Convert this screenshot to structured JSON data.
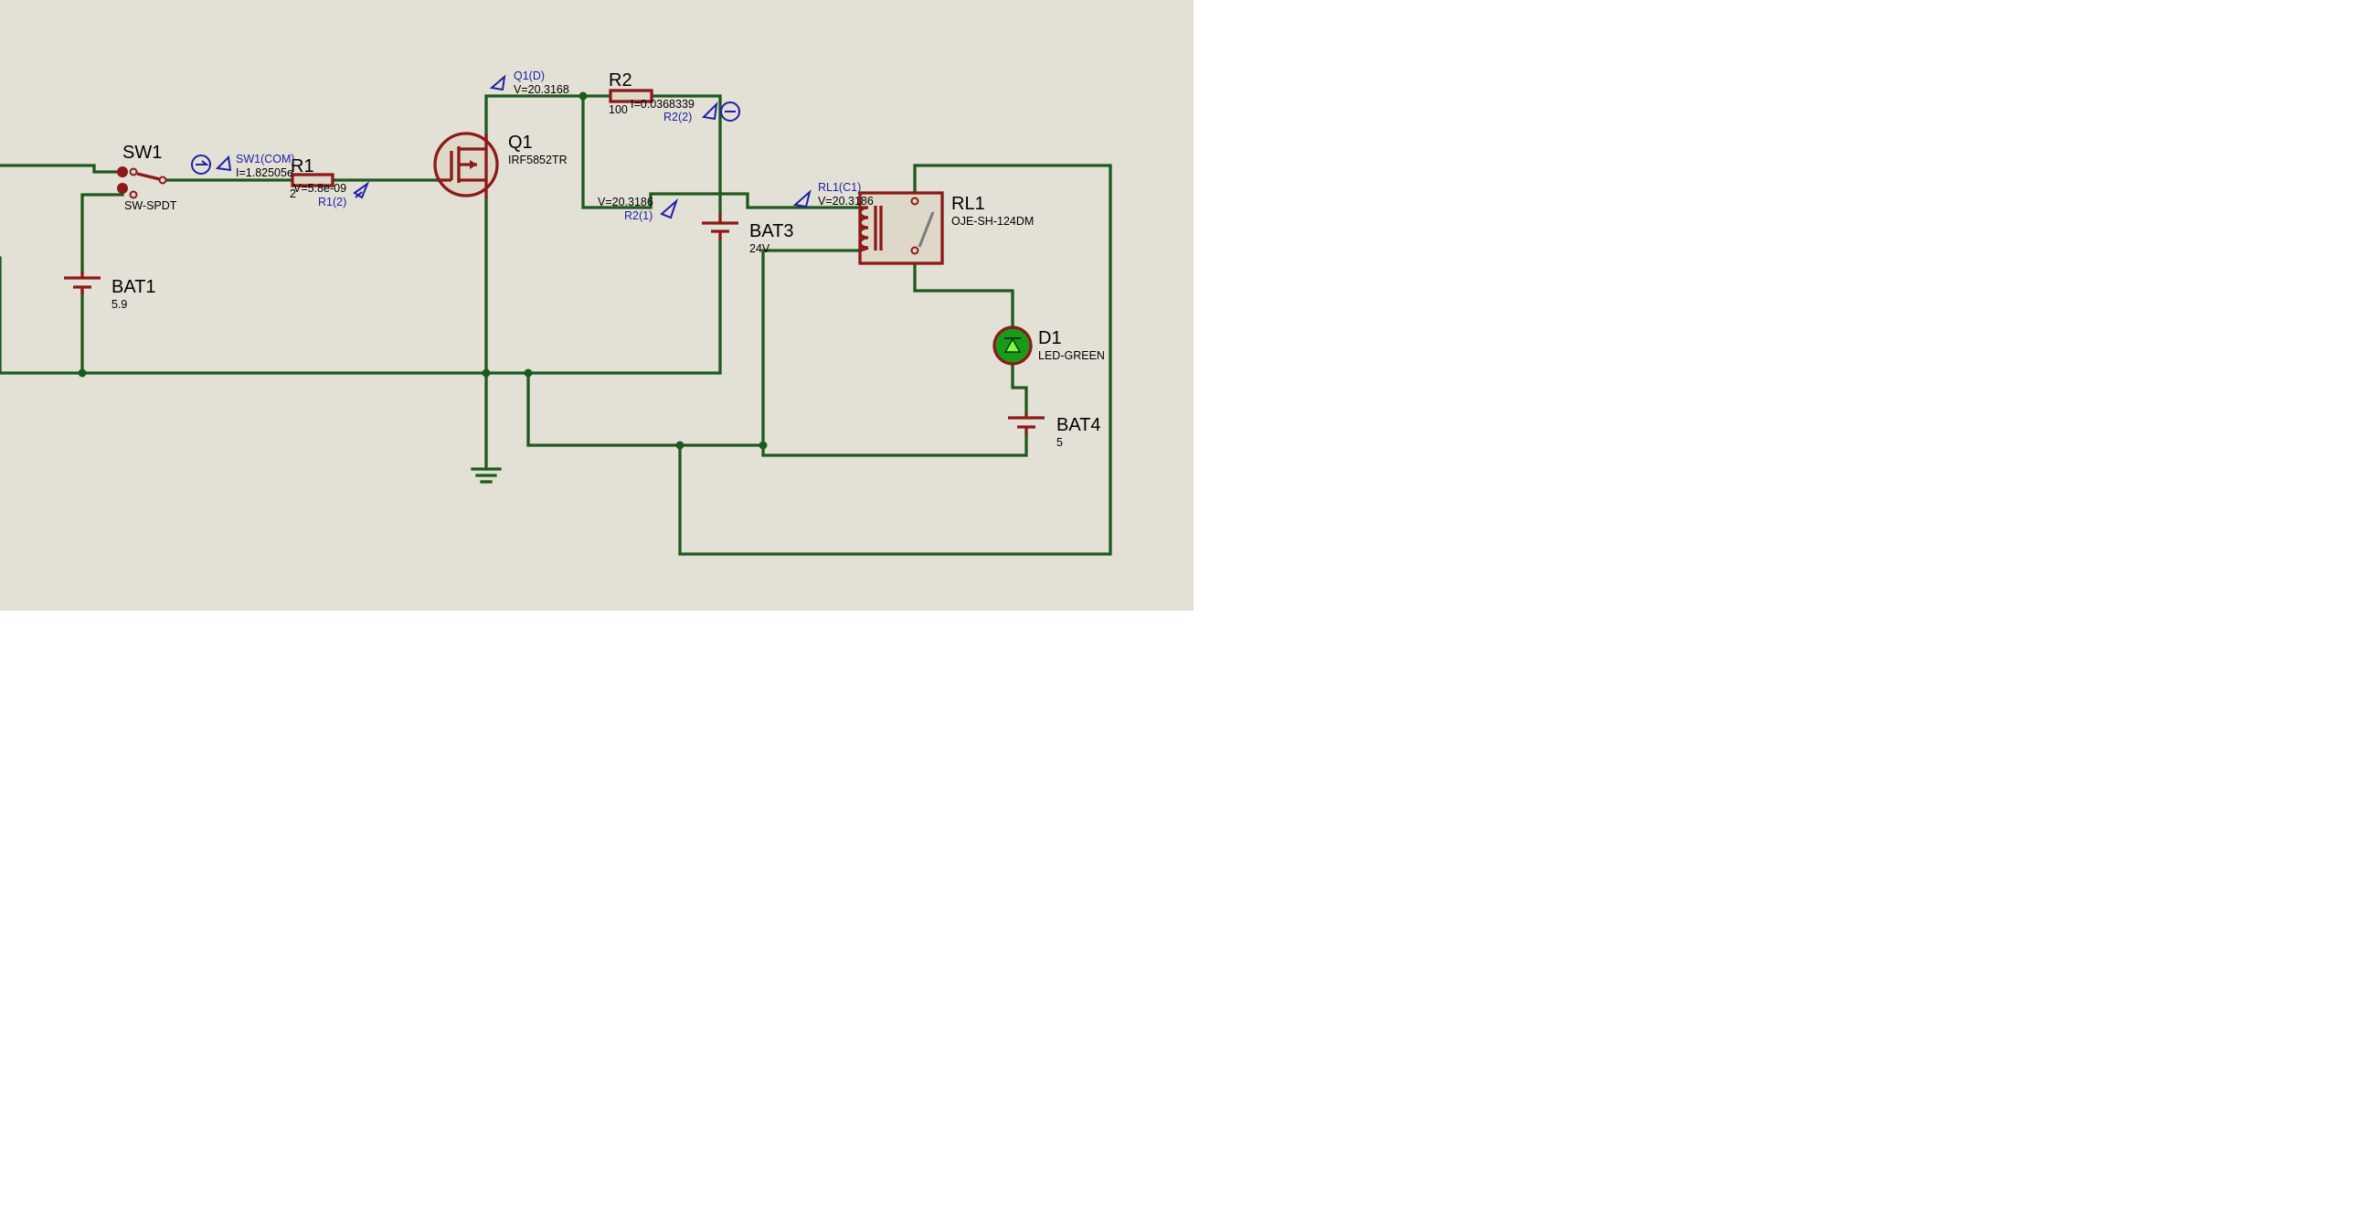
{
  "schematic": {
    "background_color": "#e3e0d6",
    "wire_color": "#1e5a1e",
    "component_color": "#8b1a1a",
    "probe_color": "#2020a8",
    "components": {
      "sw1": {
        "ref": "SW1",
        "value": "SW-SPDT"
      },
      "r1": {
        "ref": "R1",
        "value": "2"
      },
      "q1": {
        "ref": "Q1",
        "value": "IRF5852TR"
      },
      "r2": {
        "ref": "R2",
        "value": "100"
      },
      "bat1": {
        "ref": "BAT1",
        "value": "5.9"
      },
      "bat3": {
        "ref": "BAT3",
        "value": "24V"
      },
      "rl1": {
        "ref": "RL1",
        "value": "OJE-SH-124DM"
      },
      "d1": {
        "ref": "D1",
        "value": "LED-GREEN"
      },
      "bat4": {
        "ref": "BAT4",
        "value": "5"
      }
    },
    "probes": {
      "sw1_com": {
        "name": "SW1(COM)",
        "reading": "I=1.82505e"
      },
      "r1_2": {
        "name": "R1(2)",
        "reading": "V=5.8e-09"
      },
      "q1_d": {
        "name": "Q1(D)",
        "reading": "V=20.3168"
      },
      "r2_2": {
        "name": "R2(2)",
        "reading": "I=0.0368339"
      },
      "r2_1": {
        "name": "R2(1)",
        "reading": "V=20.3186"
      },
      "rl1_c1": {
        "name": "RL1(C1)",
        "reading": "V=20.3186"
      }
    }
  }
}
